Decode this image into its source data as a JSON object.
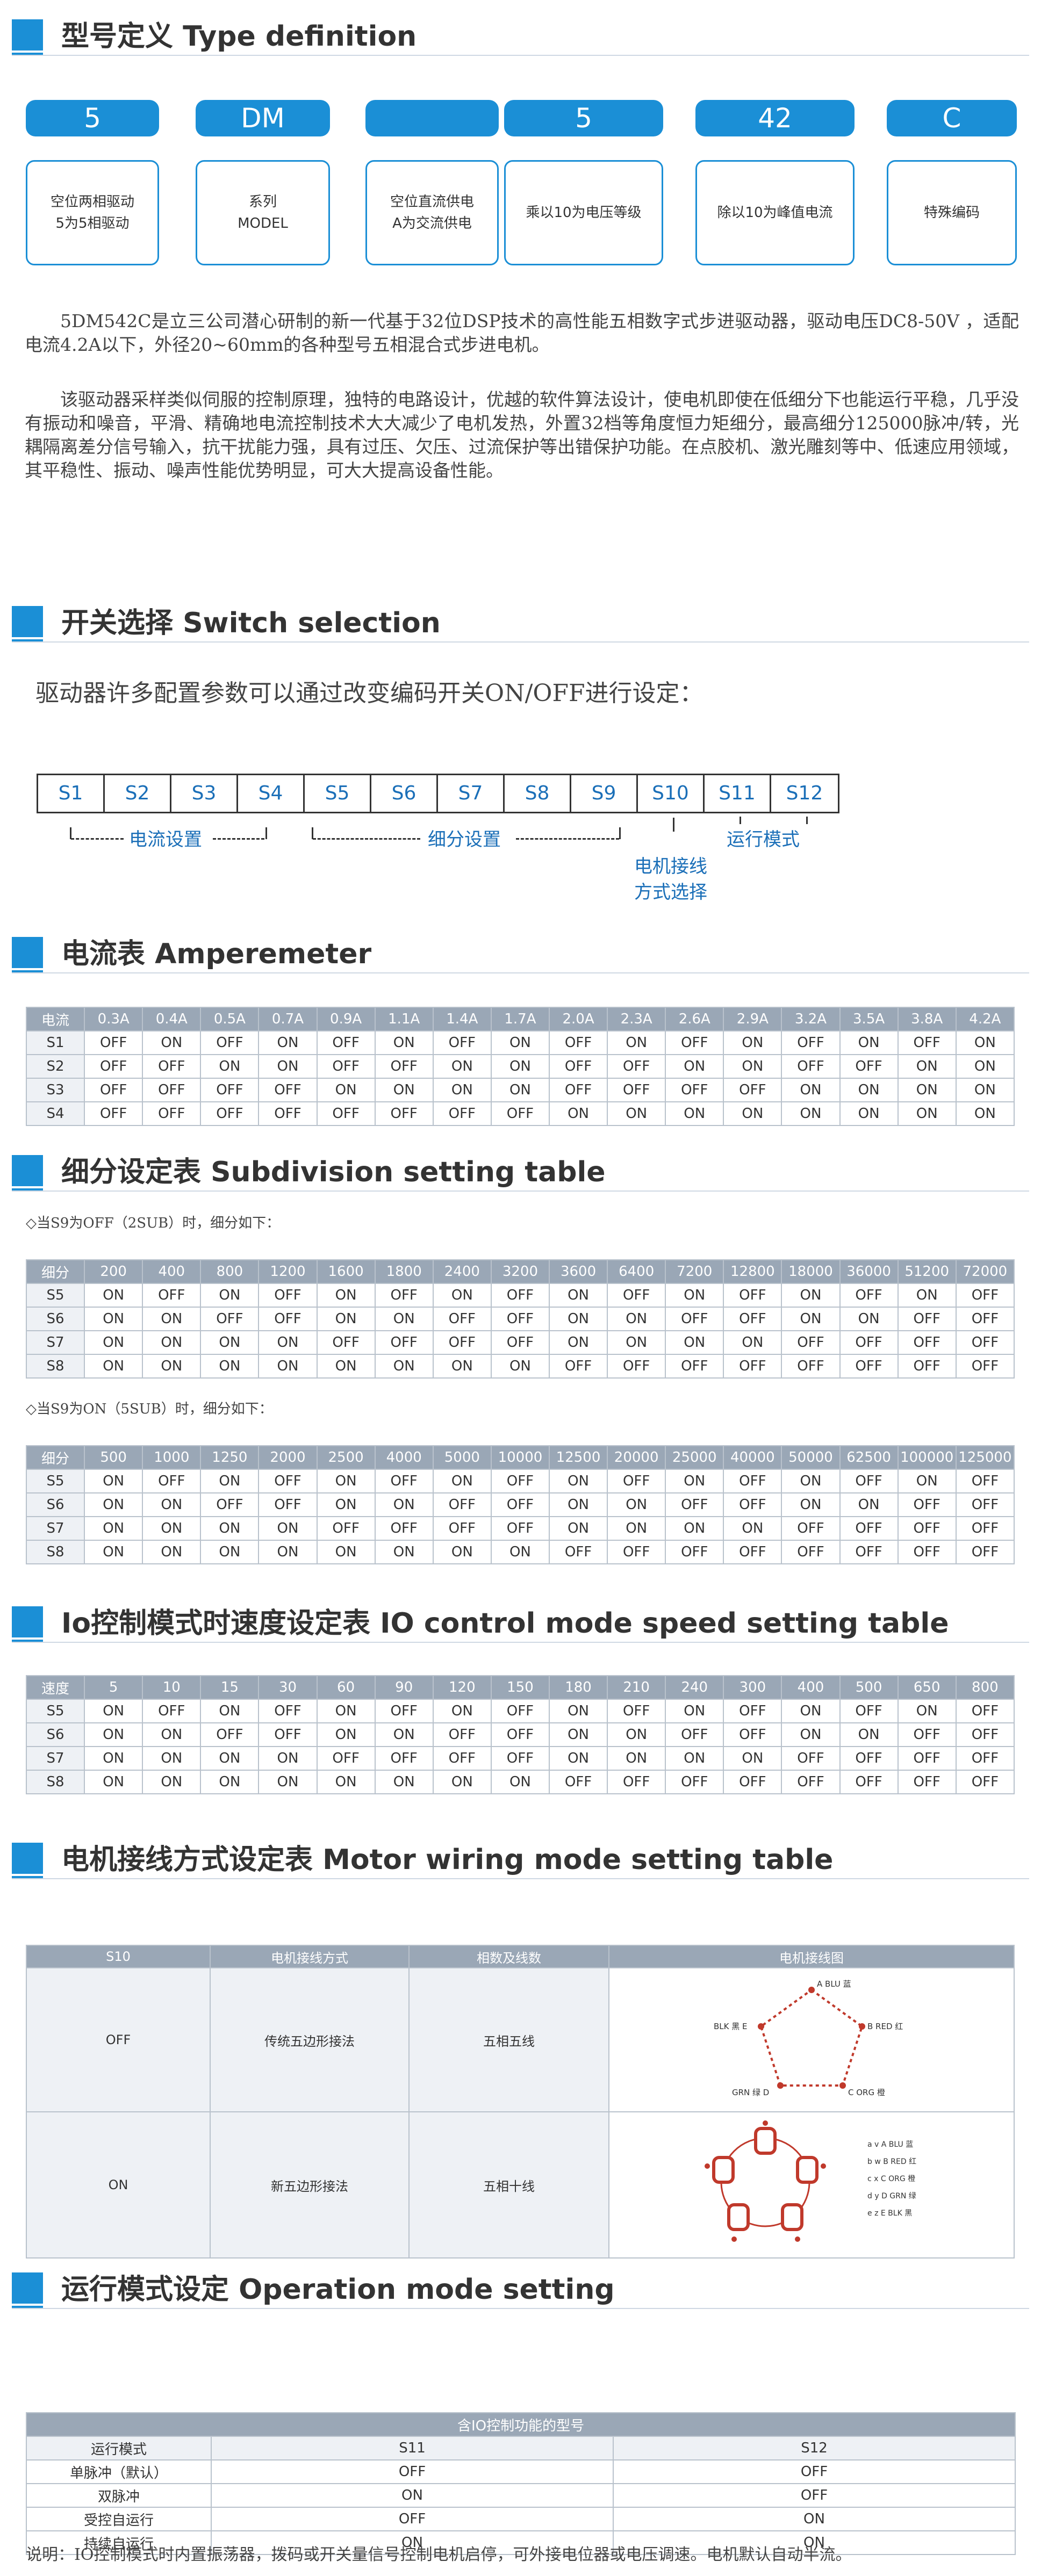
{
  "sections": {
    "type": "型号定义  Type definition",
    "switch": "开关选择  Switch selection",
    "amp": "电流表  Amperemeter",
    "sub": "细分设定表  Subdivision setting table",
    "io": "Io控制模式时速度设定表 IO control mode speed setting table",
    "motor": "电机接线方式设定表  Motor wiring mode setting table",
    "op": "运行模式设定  Operation mode setting"
  },
  "type_def": {
    "codes": [
      "5",
      "DM",
      "",
      "5",
      "42",
      "C"
    ],
    "descs": [
      "空位两相驱动\n5为5相驱动",
      "系列\nMODEL",
      "空位直流供电\nA为交流供电",
      "乘以10为电压等级",
      "除以10为峰值电流",
      "特殊编码"
    ]
  },
  "intro": {
    "p1": "5DM542C是立三公司潜心研制的新一代基于32位DSP技术的高性能五相数字式步进驱动器，驱动电压DC8-50V ，适配电流4.2A以下，外径20~60mm的各种型号五相混合式步进电机。",
    "p2": "该驱动器采样类似伺服的控制原理，独特的电路设计，优越的软件算法设计，使电机即使在低细分下也能运行平稳，几乎没有振动和噪音，平滑、精确地电流控制技术大大减少了电机发热，外置32档等角度恒力矩细分，最高细分125000脉冲/转，光耦隔离差分信号输入，抗干扰能力强，具有过压、欠压、过流保护等出错保护功能。在点胶机、激光雕刻等中、低速应用领域，其平稳性、振动、噪声性能优势明显，可大大提高设备性能。"
  },
  "switch": {
    "intro": "驱动器许多配置参数可以通过改变编码开关ON/OFF进行设定：",
    "labels": [
      "S1",
      "S2",
      "S3",
      "S4",
      "S5",
      "S6",
      "S7",
      "S8",
      "S9",
      "S10",
      "S11",
      "S12"
    ],
    "group_current": "电流设置",
    "group_subdiv": "细分设置",
    "group_motor_1": "电机接线",
    "group_motor_2": "方式选择",
    "group_run": "运行模式"
  },
  "amp_table": {
    "header": [
      "电流",
      "0.3A",
      "0.4A",
      "0.5A",
      "0.7A",
      "0.9A",
      "1.1A",
      "1.4A",
      "1.7A",
      "2.0A",
      "2.3A",
      "2.6A",
      "2.9A",
      "3.2A",
      "3.5A",
      "3.8A",
      "4.2A"
    ],
    "rows": [
      [
        "S1",
        "OFF",
        "ON",
        "OFF",
        "ON",
        "OFF",
        "ON",
        "OFF",
        "ON",
        "OFF",
        "ON",
        "OFF",
        "ON",
        "OFF",
        "ON",
        "OFF",
        "ON"
      ],
      [
        "S2",
        "OFF",
        "OFF",
        "ON",
        "ON",
        "OFF",
        "OFF",
        "ON",
        "ON",
        "OFF",
        "OFF",
        "ON",
        "ON",
        "OFF",
        "OFF",
        "ON",
        "ON"
      ],
      [
        "S3",
        "OFF",
        "OFF",
        "OFF",
        "OFF",
        "ON",
        "ON",
        "ON",
        "ON",
        "OFF",
        "OFF",
        "OFF",
        "OFF",
        "ON",
        "ON",
        "ON",
        "ON"
      ],
      [
        "S4",
        "OFF",
        "OFF",
        "OFF",
        "OFF",
        "OFF",
        "OFF",
        "OFF",
        "OFF",
        "ON",
        "ON",
        "ON",
        "ON",
        "ON",
        "ON",
        "ON",
        "ON"
      ]
    ]
  },
  "sub_note_1": "◇当S9为OFF（2SUB）时，细分如下：",
  "sub_table_1": {
    "header": [
      "细分",
      "200",
      "400",
      "800",
      "1200",
      "1600",
      "1800",
      "2400",
      "3200",
      "3600",
      "6400",
      "7200",
      "12800",
      "18000",
      "36000",
      "51200",
      "72000"
    ],
    "rows": [
      [
        "S5",
        "ON",
        "OFF",
        "ON",
        "OFF",
        "ON",
        "OFF",
        "ON",
        "OFF",
        "ON",
        "OFF",
        "ON",
        "OFF",
        "ON",
        "OFF",
        "ON",
        "OFF"
      ],
      [
        "S6",
        "ON",
        "ON",
        "OFF",
        "OFF",
        "ON",
        "ON",
        "OFF",
        "OFF",
        "ON",
        "ON",
        "OFF",
        "OFF",
        "ON",
        "ON",
        "OFF",
        "OFF"
      ],
      [
        "S7",
        "ON",
        "ON",
        "ON",
        "ON",
        "OFF",
        "OFF",
        "OFF",
        "OFF",
        "ON",
        "ON",
        "ON",
        "ON",
        "OFF",
        "OFF",
        "OFF",
        "OFF"
      ],
      [
        "S8",
        "ON",
        "ON",
        "ON",
        "ON",
        "ON",
        "ON",
        "ON",
        "ON",
        "OFF",
        "OFF",
        "OFF",
        "OFF",
        "OFF",
        "OFF",
        "OFF",
        "OFF"
      ]
    ]
  },
  "sub_note_2": "◇当S9为ON（5SUB）时，细分如下：",
  "sub_table_2": {
    "header": [
      "细分",
      "500",
      "1000",
      "1250",
      "2000",
      "2500",
      "4000",
      "5000",
      "10000",
      "12500",
      "20000",
      "25000",
      "40000",
      "50000",
      "62500",
      "100000",
      "125000"
    ],
    "rows": [
      [
        "S5",
        "ON",
        "OFF",
        "ON",
        "OFF",
        "ON",
        "OFF",
        "ON",
        "OFF",
        "ON",
        "OFF",
        "ON",
        "OFF",
        "ON",
        "OFF",
        "ON",
        "OFF"
      ],
      [
        "S6",
        "ON",
        "ON",
        "OFF",
        "OFF",
        "ON",
        "ON",
        "OFF",
        "OFF",
        "ON",
        "ON",
        "OFF",
        "OFF",
        "ON",
        "ON",
        "OFF",
        "OFF"
      ],
      [
        "S7",
        "ON",
        "ON",
        "ON",
        "ON",
        "OFF",
        "OFF",
        "OFF",
        "OFF",
        "ON",
        "ON",
        "ON",
        "ON",
        "OFF",
        "OFF",
        "OFF",
        "OFF"
      ],
      [
        "S8",
        "ON",
        "ON",
        "ON",
        "ON",
        "ON",
        "ON",
        "ON",
        "ON",
        "OFF",
        "OFF",
        "OFF",
        "OFF",
        "OFF",
        "OFF",
        "OFF",
        "OFF"
      ]
    ]
  },
  "io_table": {
    "header": [
      "速度",
      "5",
      "10",
      "15",
      "30",
      "60",
      "90",
      "120",
      "150",
      "180",
      "210",
      "240",
      "300",
      "400",
      "500",
      "650",
      "800"
    ],
    "rows": [
      [
        "S5",
        "ON",
        "OFF",
        "ON",
        "OFF",
        "ON",
        "OFF",
        "ON",
        "OFF",
        "ON",
        "OFF",
        "ON",
        "OFF",
        "ON",
        "OFF",
        "ON",
        "OFF"
      ],
      [
        "S6",
        "ON",
        "ON",
        "OFF",
        "OFF",
        "ON",
        "ON",
        "OFF",
        "OFF",
        "ON",
        "ON",
        "OFF",
        "OFF",
        "ON",
        "ON",
        "OFF",
        "OFF"
      ],
      [
        "S7",
        "ON",
        "ON",
        "ON",
        "ON",
        "OFF",
        "OFF",
        "OFF",
        "OFF",
        "ON",
        "ON",
        "ON",
        "ON",
        "OFF",
        "OFF",
        "OFF",
        "OFF"
      ],
      [
        "S8",
        "ON",
        "ON",
        "ON",
        "ON",
        "ON",
        "ON",
        "ON",
        "ON",
        "OFF",
        "OFF",
        "OFF",
        "OFF",
        "OFF",
        "OFF",
        "OFF",
        "OFF"
      ]
    ]
  },
  "motor_table": {
    "header": [
      "S10",
      "电机接线方式",
      "相数及线数",
      "电机接线图"
    ],
    "rows": [
      {
        "s10": "OFF",
        "mode": "传统五边形接法",
        "phase": "五相五线"
      },
      {
        "s10": "ON",
        "mode": "新五边形接法",
        "phase": "五相十线"
      }
    ],
    "pentagon_labels": [
      "A  BLU 蓝",
      "B  RED 红",
      "C  ORG 橙",
      "GRN 绿  D",
      "BLK 黑  E"
    ],
    "star_legend": [
      "a  v    A  BLU  蓝",
      "b  w    B  RED  红",
      "c  x    C  ORG  橙",
      "d  y    D  GRN  绿",
      "e  z    E  BLK  黑"
    ]
  },
  "op_table": {
    "caption": "含IO控制功能的型号",
    "header": [
      "运行模式",
      "S11",
      "S12"
    ],
    "rows": [
      [
        "单脉冲（默认）",
        "OFF",
        "OFF"
      ],
      [
        "双脉冲",
        "ON",
        "OFF"
      ],
      [
        "受控自运行",
        "OFF",
        "ON"
      ],
      [
        "持续自运行",
        "ON",
        "ON"
      ]
    ]
  },
  "footer_note": "说明：IO控制模式时内置振荡器，拨码或开关量信号控制电机启停，可外接电位器或电压调速。电机默认自动半流。",
  "colors": {
    "accent": "#1b8fd6",
    "table_header": "#9aa7b6",
    "text": "#333333"
  }
}
